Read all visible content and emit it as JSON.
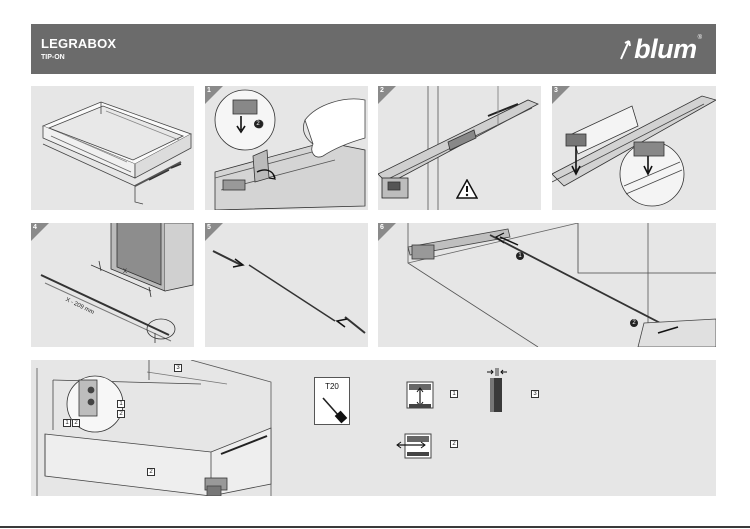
{
  "header": {
    "title": "LEGRABOX",
    "subtitle": "TIP-ON",
    "logo_text": "blum",
    "logo_mark": "®"
  },
  "steps": {
    "s1": "1",
    "s2": "2",
    "s3": "3",
    "s4": "4",
    "s5": "5",
    "s6": "6"
  },
  "step1": {
    "callout": "2"
  },
  "step4": {
    "dim_x": "X",
    "dim_formula": "X - 209 mm"
  },
  "step6": {
    "callout_1": "1",
    "callout_2": "2"
  },
  "bottom": {
    "callout_3_top": "3",
    "callout_1": "1",
    "callout_2": "2",
    "callout_1b": "1",
    "callout_2b": "2",
    "callout_2_front": "2",
    "tool_label": "T20",
    "legend_1": "1",
    "legend_2": "2",
    "legend_3": "3"
  },
  "colors": {
    "header_bg": "#6b6b6b",
    "panel_bg": "#e6e6e6",
    "corner": "#8a8a8a"
  }
}
